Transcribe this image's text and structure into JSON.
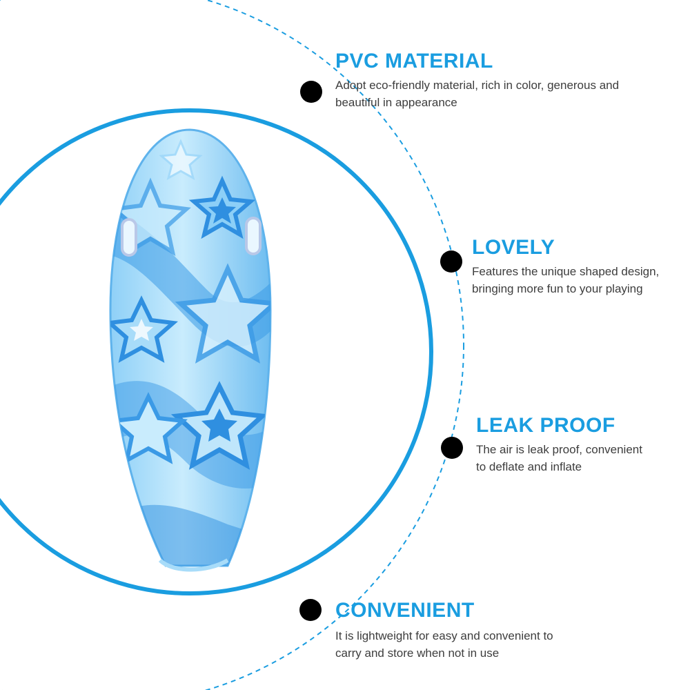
{
  "colors": {
    "accent": "#1a9de0",
    "bullet": "#000000",
    "text": "#3d3d3d",
    "board_light": "#bfe6fb",
    "board_mid": "#7cc5f3",
    "board_dark": "#2d8fe0"
  },
  "product": {
    "icon": "inflatable-surfboard-with-stars"
  },
  "features": [
    {
      "title": "PVC MATERIAL",
      "description": "Adopt eco-friendly material, rich in color, generous and\nbeautiful in appearance"
    },
    {
      "title": "LOVELY",
      "description": "Features the unique shaped design,\nbringing more fun to your playing"
    },
    {
      "title": "LEAK PROOF",
      "description": "The air is leak proof, convenient\nto deflate and inflate"
    },
    {
      "title": "CONVENIENT",
      "description": "It is lightweight for easy and convenient to\ncarry and store when not in use"
    }
  ]
}
